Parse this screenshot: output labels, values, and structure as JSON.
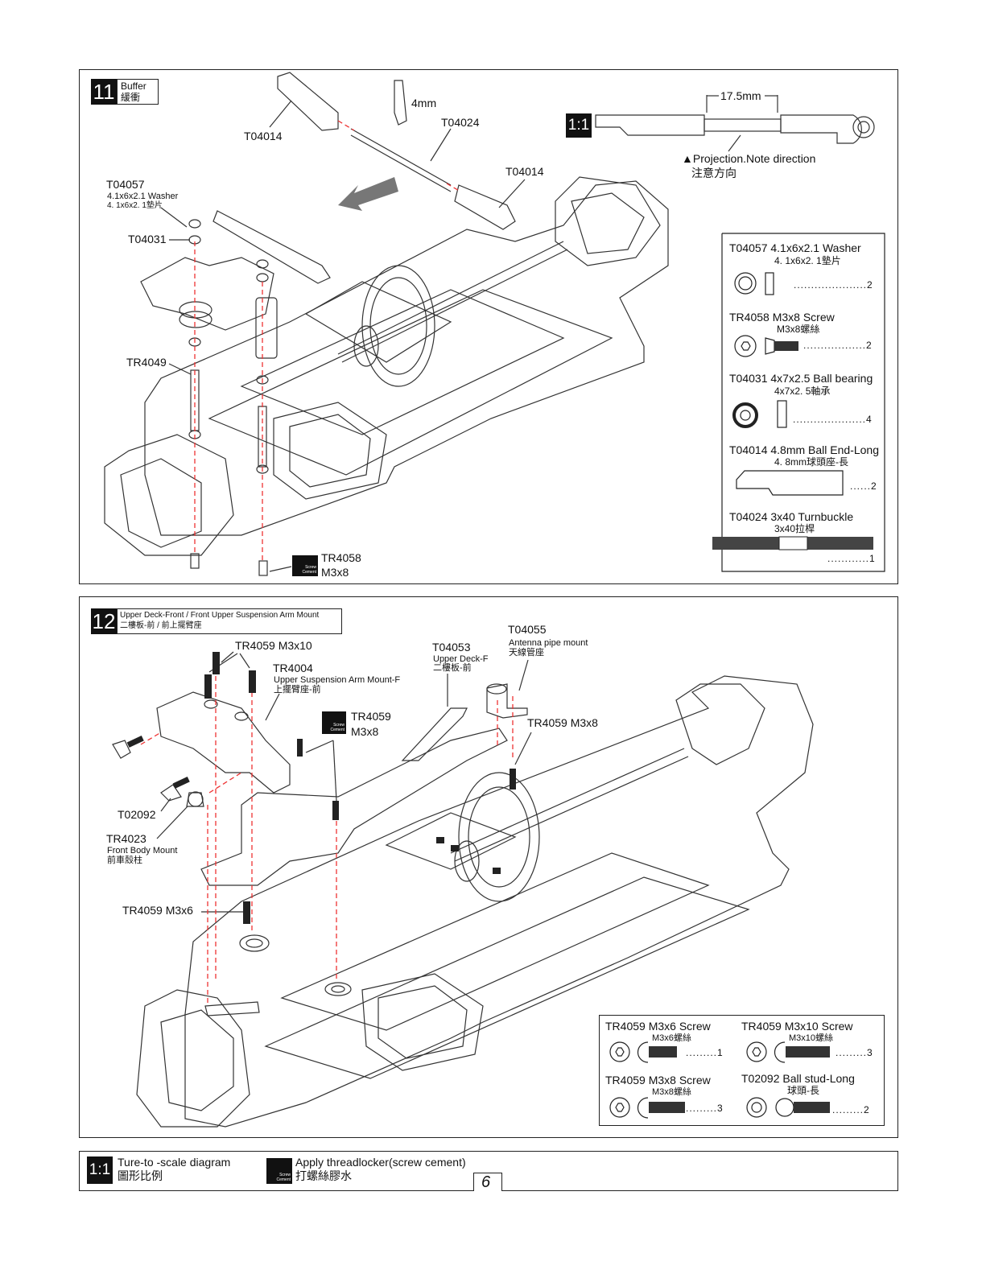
{
  "page_number": "6",
  "legend": {
    "scale_symbol": "1:1",
    "scale_en": "Ture-to -scale diagram",
    "scale_zh": "圖形比例",
    "cement_en": "Apply threadlocker(screw cement)",
    "cement_zh": "打螺絲膠水",
    "cement_icon_text1": "Screw",
    "cement_icon_text2": "Cement"
  },
  "step11": {
    "number": "11",
    "title_en": "Buffer",
    "title_zh": "緩衝",
    "labels": {
      "t04014_a": "T04014",
      "t04014_b": "T04014",
      "mm4": "4mm",
      "t04024": "T04024",
      "t04057": "T04057",
      "t04057_en": "4.1x6x2.1 Washer",
      "t04057_zh": "4. 1x6x2. 1墊片",
      "t04031": "T04031",
      "tr4049": "TR4049",
      "tr4058": "TR4058",
      "tr4058_size": "M3x8"
    },
    "scale": {
      "symbol": "1:1",
      "dimension": "17.5mm",
      "note_en": "▲Projection.Note direction",
      "note_zh": "注意方向"
    },
    "parts": [
      {
        "code_name": "T04057 4.1x6x2.1 Washer",
        "zh": "4. 1x6x2. 1墊片",
        "qty": ".....................2"
      },
      {
        "code_name": "TR4058 M3x8 Screw",
        "zh": "M3x8螺絲",
        "qty": "..................2"
      },
      {
        "code_name": "T04031 4x7x2.5 Ball bearing",
        "zh": "4x7x2. 5軸承",
        "qty": ".....................4"
      },
      {
        "code_name": "T04014 4.8mm Ball End-Long",
        "zh": "4. 8mm球頭座-長",
        "qty": "......2"
      },
      {
        "code_name": "T04024 3x40 Turnbuckle",
        "zh": "3x40拉桿",
        "qty": "............1"
      }
    ]
  },
  "step12": {
    "number": "12",
    "title_en": "Upper Deck-Front / Front Upper Suspension Arm Mount",
    "title_zh": "二樓板-前 / 前上擺臂座",
    "labels": {
      "tr4059_m3x10": "TR4059  M3x10",
      "tr4004": "TR4004",
      "tr4004_en": "Upper Suspension Arm Mount-F",
      "tr4004_zh": "上擺臂座-前",
      "t04053": "T04053",
      "t04053_en": "Upper Deck-F",
      "t04053_zh": "二樓板-前",
      "t04055": "T04055",
      "t04055_en": "Antenna pipe mount",
      "t04055_zh": "天線管座",
      "tr4059_c": "TR4059",
      "tr4059_c_size": "M3x8",
      "tr4059_m3x8": "TR4059  M3x8",
      "t02092": "T02092",
      "tr4023": "TR4023",
      "tr4023_en": "Front Body Mount",
      "tr4023_zh": "前車殼柱",
      "tr4059_m3x6": "TR4059  M3x6"
    },
    "parts": [
      {
        "code_name": "TR4059  M3x6 Screw",
        "zh": "M3x6螺絲",
        "qty": ".........1"
      },
      {
        "code_name": "TR4059  M3x10 Screw",
        "zh": "M3x10螺絲",
        "qty": ".........3"
      },
      {
        "code_name": "TR4059  M3x8 Screw",
        "zh": "M3x8螺絲",
        "qty": ".........3"
      },
      {
        "code_name": "T02092  Ball stud-Long",
        "zh": "球頭-長",
        "qty": ".........2"
      }
    ]
  }
}
